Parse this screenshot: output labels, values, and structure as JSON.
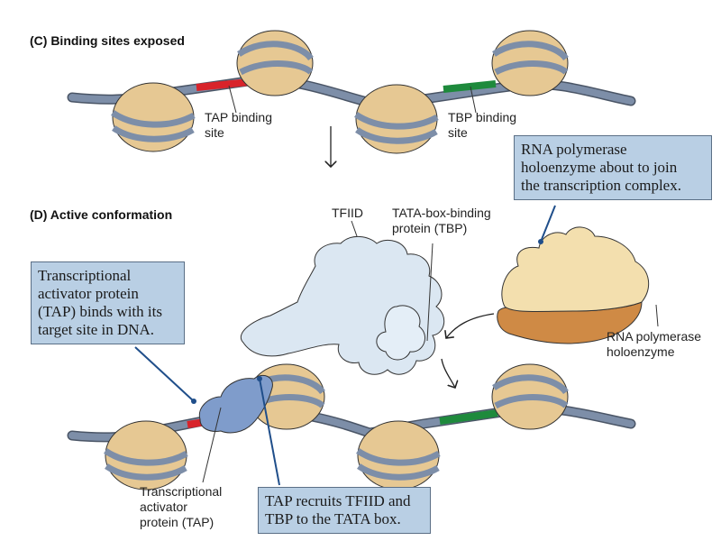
{
  "panels": {
    "c": {
      "title": "(C)  Binding sites exposed",
      "tap_site_label": "TAP binding\nsite",
      "tbp_site_label": "TBP binding\nsite"
    },
    "d": {
      "title": "(D)  Active conformation",
      "tfiid_label": "TFIID",
      "tbp_label": "TATA-box-binding\nprotein (TBP)",
      "polymerase_label": "RNA polymerase\nholoenzyme",
      "tap_label": "Transcriptional\nactivator\nprotein (TAP)"
    }
  },
  "callouts": {
    "polymerase": "RNA polymerase\nholoenzyme about to join\nthe transcription complex.",
    "tap_binds": "Transcriptional\nactivator protein\n(TAP) binds with its\ntarget site in DNA.",
    "tap_recruits": "TAP recruits TFIID and\nTBP to the TATA box."
  },
  "colors": {
    "dna": "#7d8ea8",
    "histone": "#e6c893",
    "tap_site": "#d8232a",
    "tbp_site": "#1e8a3c",
    "tfiid": "#dbe7f2",
    "tap": "#7f9ccb",
    "polymerase": "#f3dfae",
    "polymerase_base": "#cf8a45",
    "callout_bg": "#b9cfe4"
  }
}
